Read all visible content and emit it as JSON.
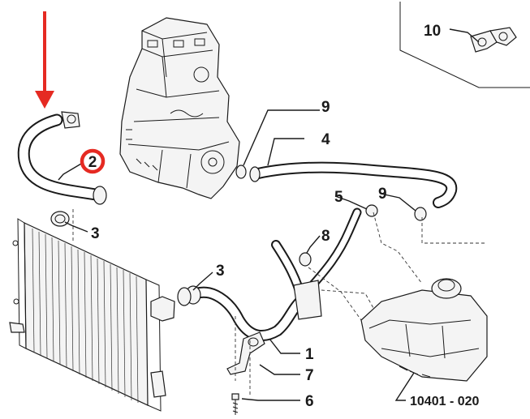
{
  "callouts": {
    "c1": "1",
    "c2": "2",
    "c3a": "3",
    "c3b": "3",
    "c4": "4",
    "c5": "5",
    "c6": "6",
    "c7": "7",
    "c8": "8",
    "c9a": "9",
    "c9b": "9",
    "c10": "10"
  },
  "reference": "10401 - 020",
  "colors": {
    "highlight_ring": "#e52a22",
    "arrow": "#e52a22",
    "line": "#1a1a1a"
  }
}
